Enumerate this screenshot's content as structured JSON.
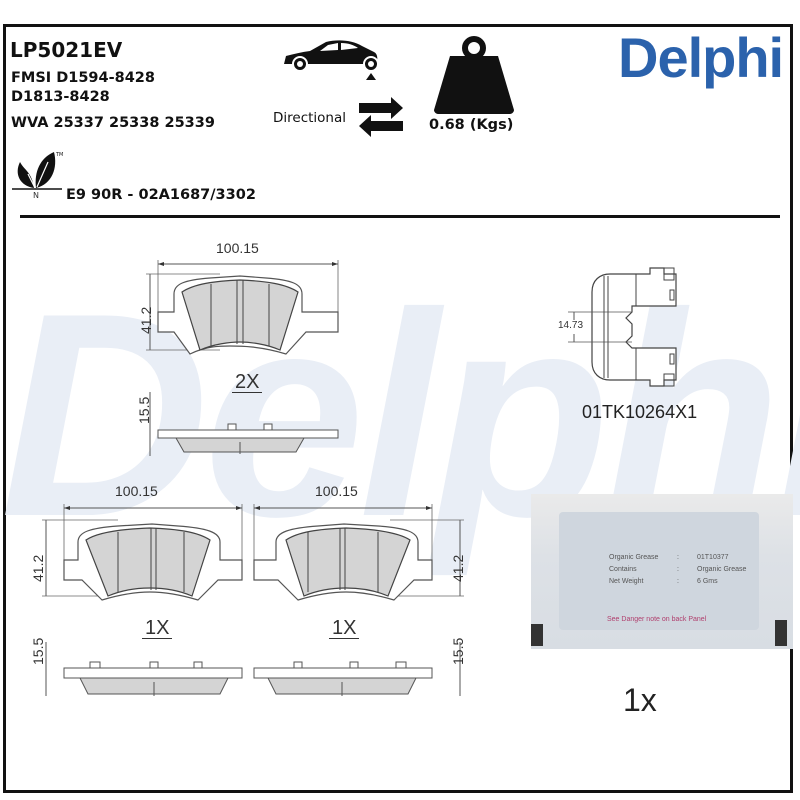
{
  "product": {
    "part_number": "LP5021EV",
    "fmsi_line1": "FMSI D1594-8428",
    "fmsi_line2": "D1813-8428",
    "wva": "WVA 25337 25338 25339",
    "approval": "E9 90R - 02A1687/3302",
    "eco_mark": "N",
    "eco_tm": "™"
  },
  "icons": {
    "car": "car-rear-axle-icon",
    "directional": "directional-arrows-icon",
    "weight": "weight-icon",
    "eco": "eco-leaf-icon"
  },
  "specs": {
    "directional_label": "Directional",
    "weight_label": "0.68 (Kgs)"
  },
  "brand": {
    "name": "Delphi",
    "color": "#2b62ac",
    "watermark": "Delphi",
    "watermark_color": "#e9eef6"
  },
  "drawings": {
    "pad_top": {
      "width": "100.15",
      "height": "41.2",
      "thickness": "15.5",
      "quantity": "2X"
    },
    "pad_left": {
      "width": "100.15",
      "height": "41.2",
      "thickness": "15.5",
      "quantity": "1X"
    },
    "pad_right": {
      "width": "100.15",
      "height": "41.2",
      "thickness": "15.5",
      "quantity": "1X"
    },
    "clip": {
      "dimension": "14.73",
      "part_number": "01TK10264X1"
    }
  },
  "accessory": {
    "grease": {
      "rows": [
        {
          "label": "Organic Grease",
          "sep": ":",
          "value": "01T10377"
        },
        {
          "label": "Contains",
          "sep": ":",
          "value": "Organic Grease"
        },
        {
          "label": "Net Weight",
          "sep": ":",
          "value": "6 Gms"
        }
      ],
      "warning": "See Danger note on back Panel",
      "quantity": "1x"
    }
  },
  "colors": {
    "pad_fill": "#d4d4d4",
    "line": "#555555",
    "frame": "#111111"
  }
}
